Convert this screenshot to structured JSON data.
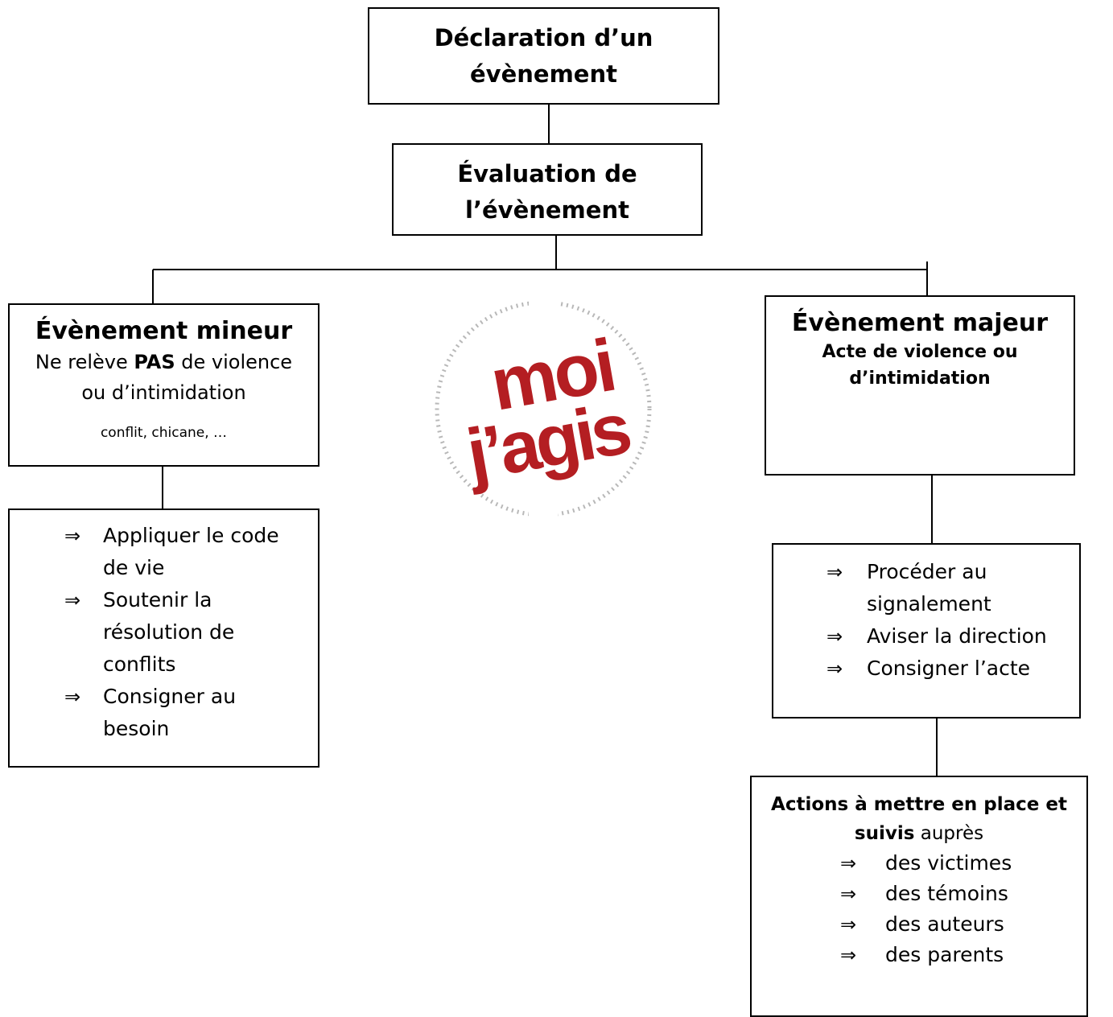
{
  "declaration": {
    "title_line1": "Déclaration d’un",
    "title_line2": "évènement"
  },
  "evaluation": {
    "title_line1": "Évaluation de",
    "title_line2": "l’évènement"
  },
  "minor": {
    "title": "Évènement mineur",
    "desc_pre": "Ne relève ",
    "desc_bold": "PAS",
    "desc_post": " de violence",
    "desc_line2": "ou d’intimidation",
    "examples": "conflit, chicane, …"
  },
  "minor_actions": {
    "arrow": "⇒",
    "items": [
      "Appliquer le code de vie",
      "Soutenir la résolution de conflits",
      "Consigner au besoin"
    ]
  },
  "major": {
    "title": "Évènement majeur",
    "desc_line1": "Acte de violence ou",
    "desc_line2": "d’intimidation"
  },
  "major_actions": {
    "arrow": "⇒",
    "items": [
      "Procéder au signalement",
      "Aviser la direction",
      "Consigner l’acte"
    ]
  },
  "followup": {
    "heading_line1": "Actions à mettre en place et",
    "heading_bold2": "suivis",
    "heading_post2": " auprès",
    "arrow": "⇒",
    "items": [
      "des victimes",
      "des témoins",
      "des auteurs",
      "des parents"
    ]
  },
  "logo": {
    "line1": "moi",
    "line2": "j’agis",
    "color": "#b41e22"
  }
}
